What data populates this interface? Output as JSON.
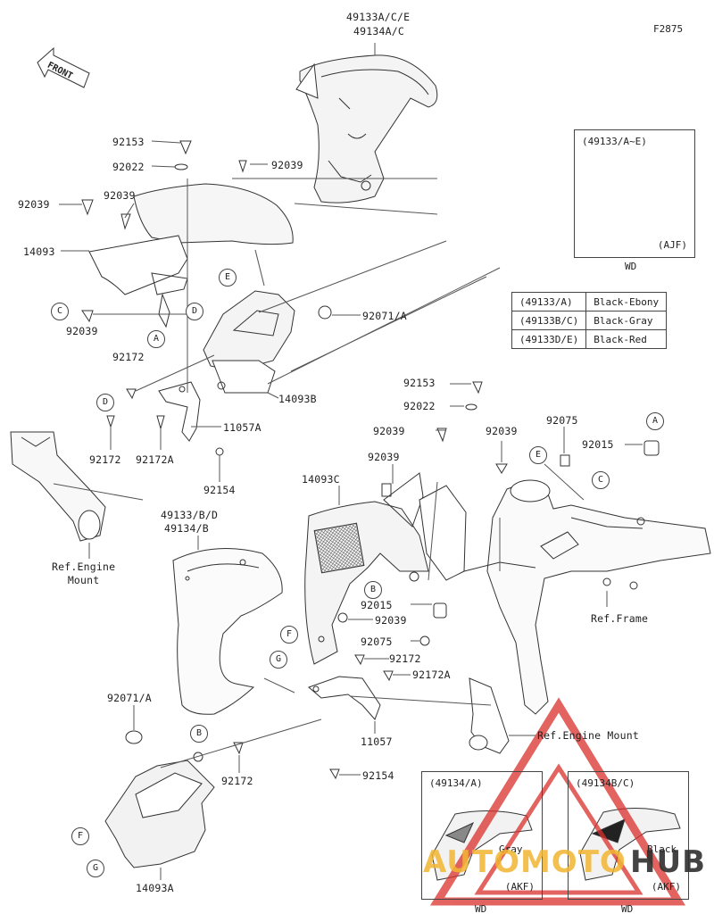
{
  "figure_code": "F2875",
  "front_label": "FRONT",
  "parts": {
    "top_cover_a": "49133A/C/E",
    "top_cover_b": "49134A/C",
    "bolt_92153_a": "92153",
    "washer_92022_a": "92022",
    "clip_92039_a": "92039",
    "clip_92039_b": "92039",
    "clip_92039_c": "92039",
    "bracket_14093": "14093",
    "clip_92039_d": "92039",
    "grommet_92071a_a": "92071/A",
    "bolt_92172_a": "92172",
    "bracket_14093b": "14093B",
    "bracket_11057a": "11057A",
    "bolt_92172_b": "92172",
    "bolt_92172a_a": "92172A",
    "screw_92154_a": "92154",
    "engine_mount_a": "Ref.Engine\nMount",
    "side_cover_a": "49133/B/D",
    "side_cover_b": "49134/B",
    "bracket_14093c": "14093C",
    "clip_92039_e": "92039",
    "clip_92039_f": "92039",
    "bolt_92153_b": "92153",
    "washer_92022_b": "92022",
    "clip_92039_g": "92039",
    "nut_92075_a": "92075",
    "collar_92015_a": "92015",
    "ref_frame": "Ref.Frame",
    "collar_92015_b": "92015",
    "clip_92039_h": "92039",
    "nut_92075_b": "92075",
    "bolt_92172_c": "92172",
    "bolt_92172a_b": "92172A",
    "bracket_11057": "11057",
    "screw_92154_b": "92154",
    "engine_mount_b": "Ref.Engine Mount",
    "grommet_92071a_b": "92071/A",
    "bolt_92172_d": "92172",
    "bracket_14093a": "14093A"
  },
  "callouts": [
    "A",
    "B",
    "C",
    "D",
    "E",
    "F",
    "G"
  ],
  "inset_ajf": {
    "header": "(49133/A~E)",
    "code": "(AJF)",
    "label": "WD"
  },
  "inset_akf_gray": {
    "header": "(49134/A)",
    "color": "Gray",
    "code": "(AKF)",
    "label": "WD"
  },
  "inset_akf_black": {
    "header": "(49134B/C)",
    "color": "Black",
    "code": "(AKF)",
    "label": "WD"
  },
  "color_table": [
    {
      "part": "(49133/A)",
      "color": "Black-Ebony"
    },
    {
      "part": "(49133B/C)",
      "color": "Black-Gray"
    },
    {
      "part": "(49133D/E)",
      "color": "Black-Red"
    }
  ],
  "watermark": {
    "text_a": "AUTOMOTO",
    "text_b": "HUB",
    "color_a": "#f2b632",
    "color_b": "#2f2f2f",
    "logo_color": "#d9302c"
  }
}
